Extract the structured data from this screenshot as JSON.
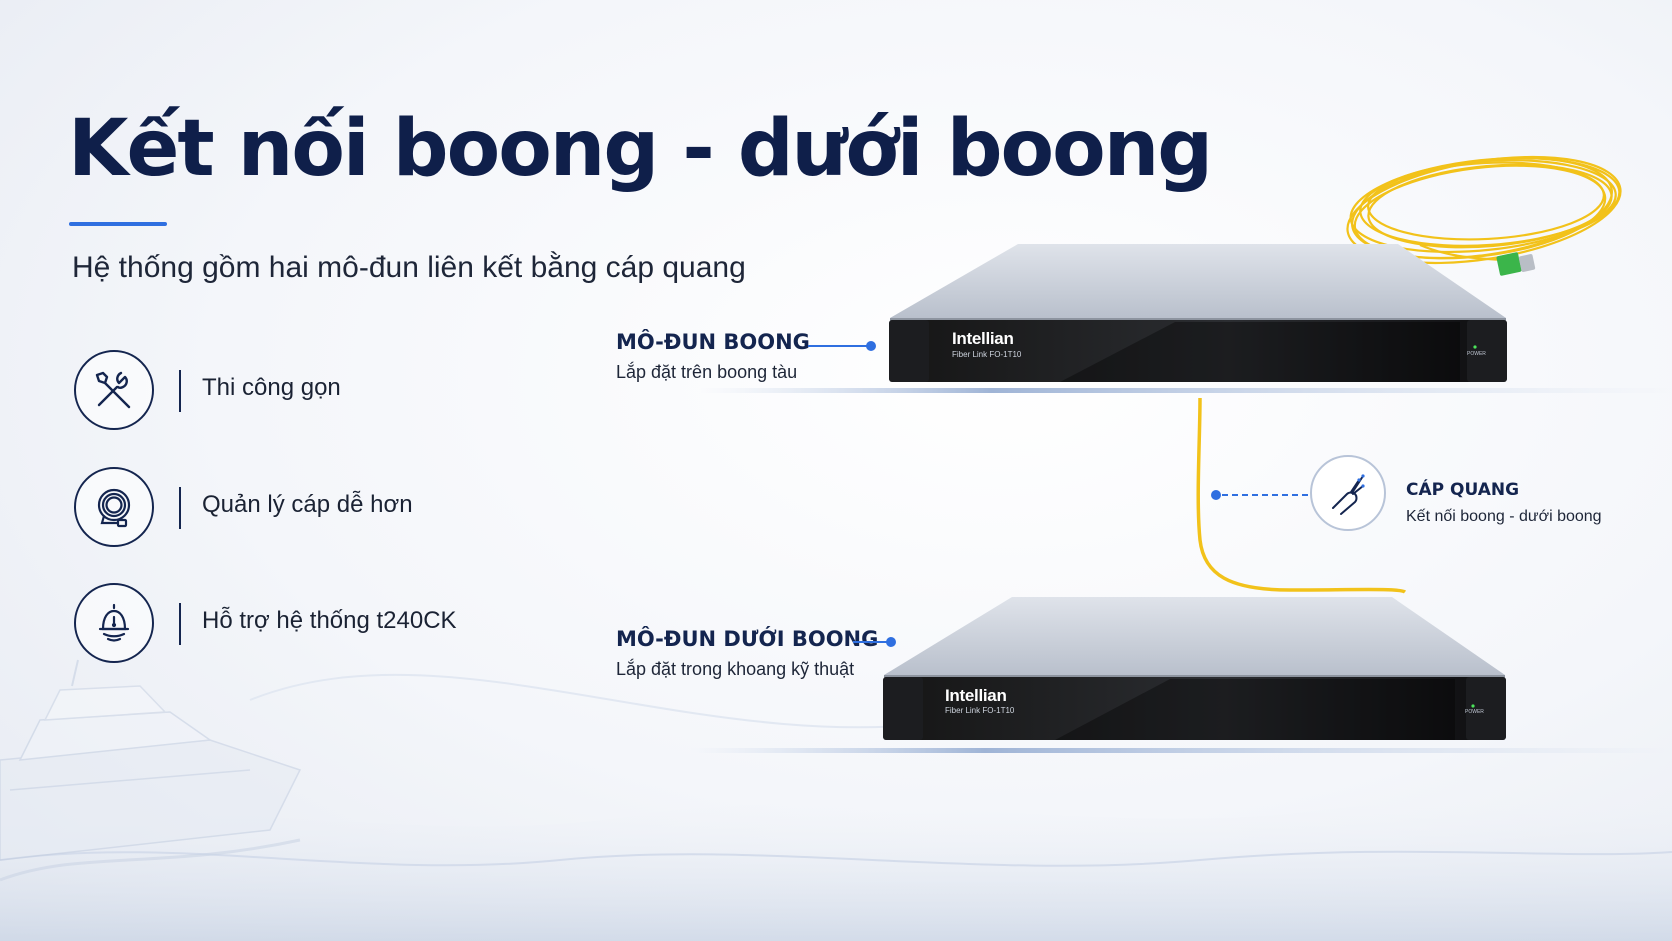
{
  "header": {
    "title": "Kết nối boong - dưới boong",
    "subtitle": "Hệ thống gồm hai mô-đun liên kết bằng cáp quang"
  },
  "features": [
    {
      "icon": "tools-icon",
      "label": "Thi công gọn"
    },
    {
      "icon": "cable-coil-icon",
      "label": "Quản lý cáp dễ hơn"
    },
    {
      "icon": "beacon-icon",
      "label": "Hỗ trợ hệ thống t240CK"
    }
  ],
  "modules": {
    "deck": {
      "title": "MÔ-ĐUN BOONG",
      "subtitle": "Lắp đặt trên boong tàu",
      "brand": "Intellian",
      "model": "Fiber Link FO-1T10",
      "power_label": "POWER"
    },
    "below_deck": {
      "title": "MÔ-ĐUN DƯỚI BOONG",
      "subtitle": "Lắp đặt trong khoang kỹ thuật",
      "brand": "Intellian",
      "model": "Fiber Link FO-1T10",
      "power_label": "POWER"
    }
  },
  "fiber": {
    "icon": "fiber-optic-icon",
    "title": "CÁP QUANG",
    "subtitle": "Kết nối boong - dưới boong"
  },
  "colors": {
    "navy": "#0f1f4a",
    "accent": "#2f6fe0",
    "cable": "#f2c21a",
    "connector": "#3bb54a"
  }
}
